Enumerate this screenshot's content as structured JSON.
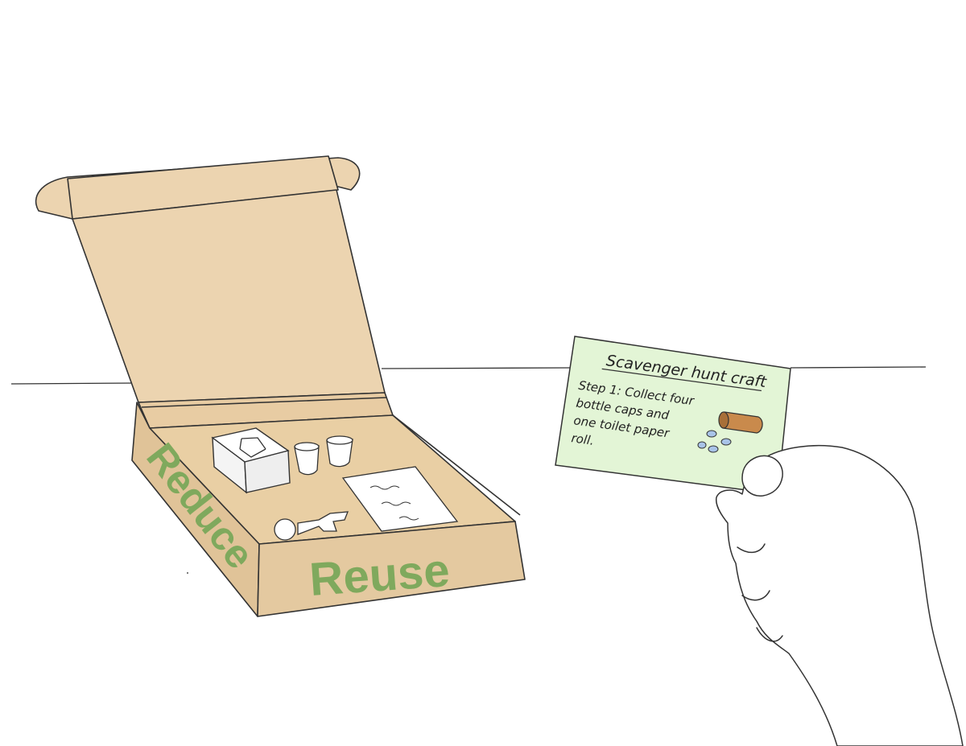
{
  "box": {
    "side_label": "Reduce",
    "front_label": "Reuse"
  },
  "card": {
    "title": "Scavenger hunt craft",
    "lines": [
      "Step 1: Collect four",
      "bottle caps and",
      "one  toilet paper",
      "roll."
    ]
  },
  "colors": {
    "cardboard": "#ecd4b0",
    "cardboard_dark": "#e0c398",
    "label_green": "#7fa95d",
    "card_green": "#e3f5d6",
    "tube_brown": "#c98a4c",
    "cap_blue": "#a9c4e8"
  }
}
